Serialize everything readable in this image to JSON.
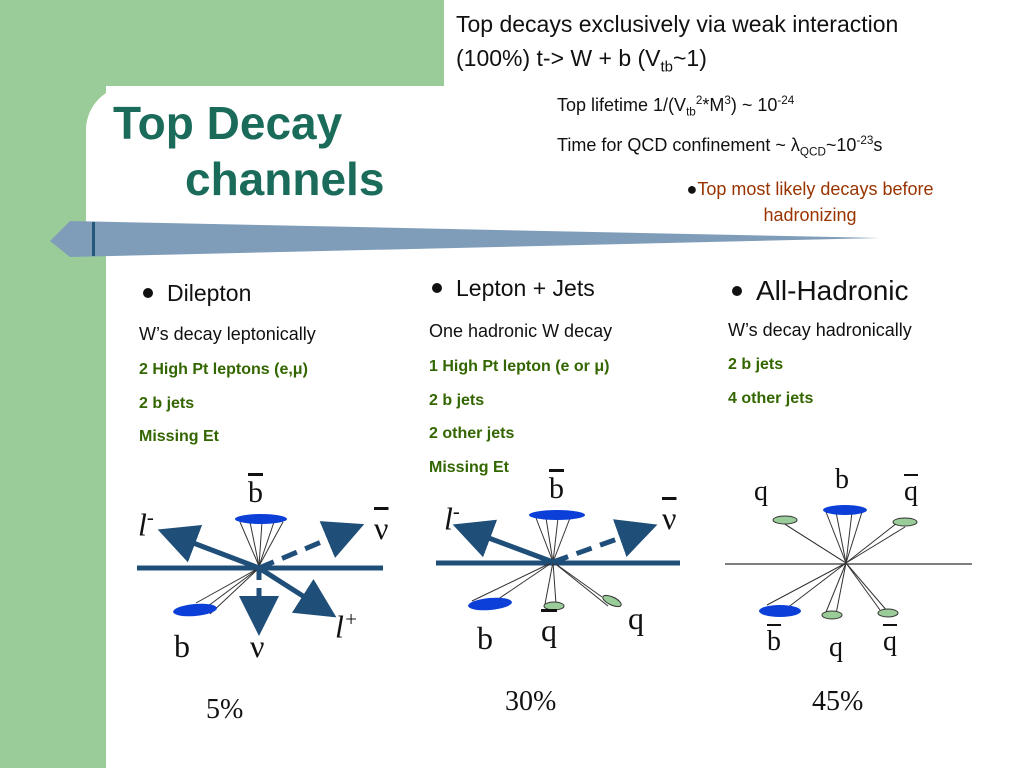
{
  "title": {
    "line1": "Top Decay",
    "line2": "channels"
  },
  "header": {
    "line1": "Top decays exclusively via weak interaction",
    "line2_pre": "(100%) t-> W + b  (V",
    "line2_sub": "tb",
    "line2_post": "~1)"
  },
  "lifetime": {
    "pre": "Top lifetime  1/(V",
    "sub": "tb",
    "sup2": "2",
    "mid": "*M",
    "sup3": "3",
    "post": ") ~ 10",
    "exp": "-24"
  },
  "qcd": {
    "pre": "Time for QCD confinement ~ λ",
    "sub": "QCD",
    "mid": "~10",
    "exp": "-23",
    "post": "s"
  },
  "decay_note": "Top most likely decays before hadronizing",
  "columns": [
    {
      "heading": "Dilepton",
      "desc": "W’s decay leptonically",
      "items": [
        "2 High Pt leptons (e,μ)",
        "2 b jets",
        "Missing Et"
      ],
      "percent": "5%",
      "labels": {
        "bbar": "b",
        "lminus": "l",
        "lminus_sup": "-",
        "nubar": "ν",
        "lplus": "l",
        "lplus_sup": "+",
        "b": "b",
        "nu": "ν"
      }
    },
    {
      "heading": "Lepton + Jets",
      "desc": "One hadronic W decay",
      "items": [
        "1 High Pt lepton (e or μ)",
        "2 b jets",
        "2 other jets",
        "Missing Et"
      ],
      "percent": "30%",
      "labels": {
        "bbar": "b",
        "lminus": "l",
        "lminus_sup": "-",
        "nubar": "ν",
        "b": "b",
        "qbar": "q",
        "q": "q"
      }
    },
    {
      "heading": "All-Hadronic",
      "desc": "W’s decay hadronically",
      "items": [
        "2 b jets",
        "4 other jets"
      ],
      "percent": "45%",
      "labels": {
        "q1": "q",
        "b_top": "b",
        "qbar_top": "q",
        "bbar": "b",
        "q_bottom": "q",
        "qbar_bottom": "q"
      }
    }
  ],
  "colors": {
    "title": "#1a6b5a",
    "green_items": "#336600",
    "decay_note": "#993300",
    "green_bg": "#99cc99",
    "banner": "#7f9db9",
    "diagram": "#1f4e79",
    "blob": "#0b3fd8"
  }
}
